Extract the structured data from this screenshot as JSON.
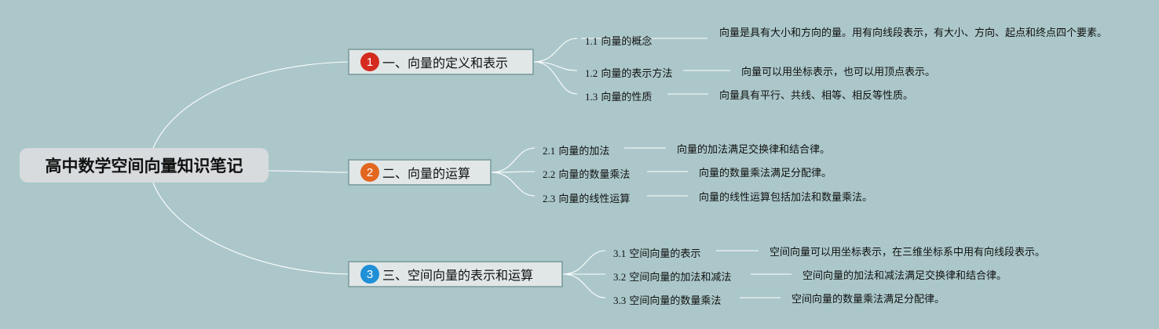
{
  "root": {
    "title": "高中数学空间向量知识笔记"
  },
  "branches": [
    {
      "number": "1",
      "color": "#d42b1e",
      "title": "一、向量的定义和表示",
      "items": [
        {
          "num": "1.1",
          "label": "向量的概念",
          "note": "向量是具有大小和方向的量。用有向线段表示，有大小、方向、起点和终点四个要素。"
        },
        {
          "num": "1.2",
          "label": "向量的表示方法",
          "note": "向量可以用坐标表示，也可以用顶点表示。"
        },
        {
          "num": "1.3",
          "label": "向量的性质",
          "note": "向量具有平行、共线、相等、相反等性质。"
        }
      ]
    },
    {
      "number": "2",
      "color": "#e2661f",
      "title": "二、向量的运算",
      "items": [
        {
          "num": "2.1",
          "label": "向量的加法",
          "note": "向量的加法满足交换律和结合律。"
        },
        {
          "num": "2.2",
          "label": "向量的数量乘法",
          "note": "向量的数量乘法满足分配律。"
        },
        {
          "num": "2.3",
          "label": "向量的线性运算",
          "note": "向量的线性运算包括加法和数量乘法。"
        }
      ]
    },
    {
      "number": "3",
      "color": "#1f8fd6",
      "title": "三、空间向量的表示和运算",
      "items": [
        {
          "num": "3.1",
          "label": "空间向量的表示",
          "note": "空间向量可以用坐标表示，在三维坐标系中用有向线段表示。"
        },
        {
          "num": "3.2",
          "label": "空间向量的加法和减法",
          "note": "空间向量的加法和减法满足交换律和结合律。"
        },
        {
          "num": "3.3",
          "label": "空间向量的数量乘法",
          "note": "空间向量的数量乘法满足分配律。"
        }
      ]
    }
  ]
}
